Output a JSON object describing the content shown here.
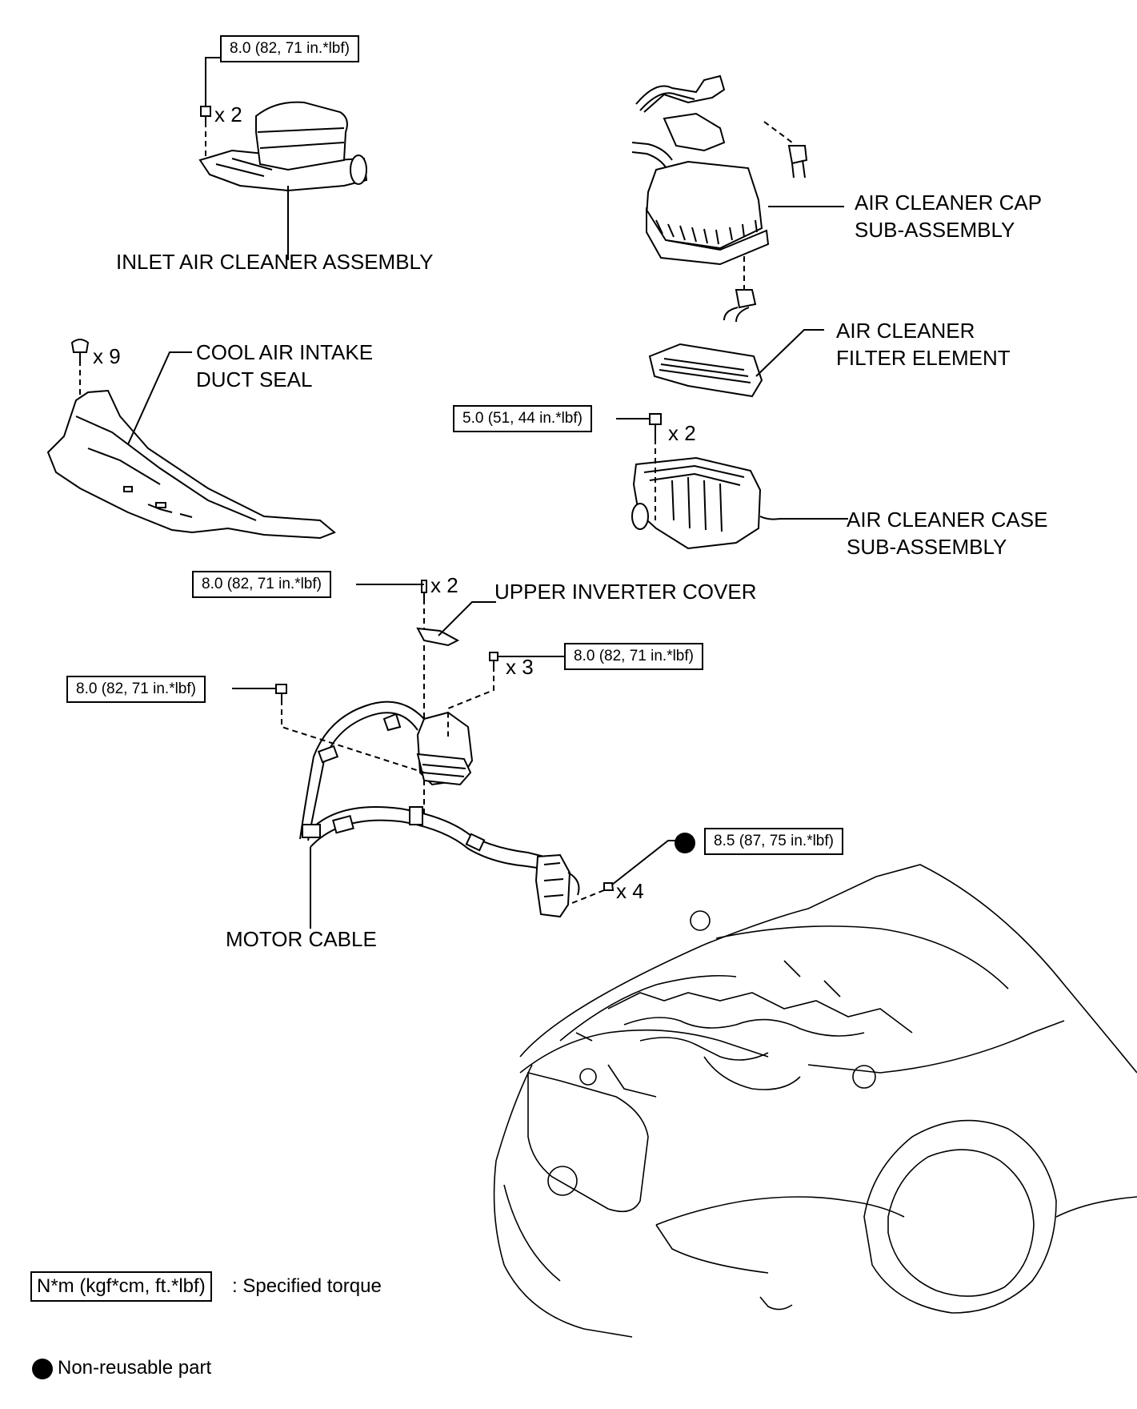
{
  "labels": {
    "inlet_air_cleaner": "INLET AIR CLEANER ASSEMBLY",
    "air_cleaner_cap_1": "AIR CLEANER CAP",
    "air_cleaner_cap_2": "SUB-ASSEMBLY",
    "air_cleaner_filter_1": "AIR CLEANER",
    "air_cleaner_filter_2": "FILTER ELEMENT",
    "cool_air_seal_1": "COOL AIR INTAKE",
    "cool_air_seal_2": "DUCT SEAL",
    "air_cleaner_case_1": "AIR CLEANER CASE",
    "air_cleaner_case_2": "SUB-ASSEMBLY",
    "upper_inverter_cover": "UPPER INVERTER COVER",
    "motor_cable": "MOTOR CABLE"
  },
  "torques": {
    "inlet_bolt": "8.0 (82, 71 in.*lbf)",
    "case_bolt": "5.0 (51, 44 in.*lbf)",
    "inverter_cover_bolt": "8.0 (82, 71 in.*lbf)",
    "cable_bolt_x3": "8.0 (82, 71 in.*lbf)",
    "cable_bolt_left": "8.0 (82, 71 in.*lbf)",
    "cable_bolt_x4": "8.5 (87, 75 in.*lbf)"
  },
  "quantities": {
    "inlet": "x 2",
    "seal_clip": "x 9",
    "case": "x 2",
    "inverter_cover": "x 2",
    "cable_x3": "x 3",
    "cable_x4": "x 4"
  },
  "legend": {
    "torque_unit": "N*m (kgf*cm, ft.*lbf)",
    "torque_desc": ": Specified torque",
    "nonreusable": "Non-reusable part"
  }
}
